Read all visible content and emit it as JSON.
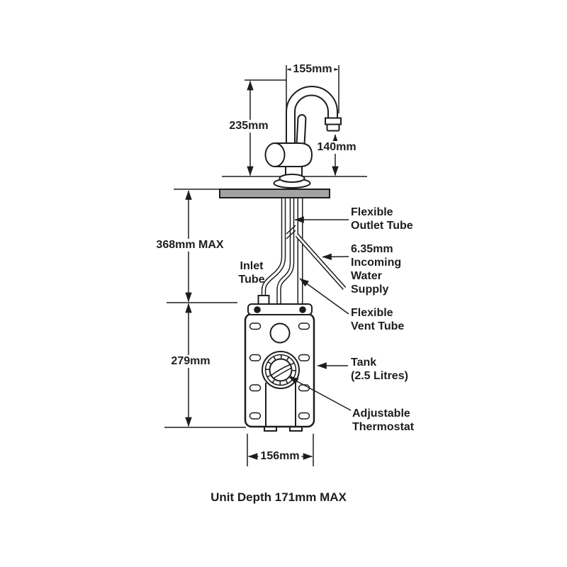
{
  "dimensions": {
    "spout_reach": "155mm",
    "tap_height": "235mm",
    "spout_clearance": "140mm",
    "under_counter_max": "368mm MAX",
    "tank_height": "279mm",
    "tank_width": "156mm"
  },
  "callouts": {
    "outlet_tube": "Flexible\nOutlet Tube",
    "water_supply": "6.35mm\nIncoming\nWater\nSupply",
    "inlet_tube": "Inlet\nTube",
    "vent_tube": "Flexible\nVent Tube",
    "tank": "Tank\n(2.5 Litres)",
    "thermostat": "Adjustable\nThermostat"
  },
  "footer": {
    "unit_depth_note": "Unit Depth 171mm MAX"
  },
  "colors": {
    "line": "#1d1d1d",
    "counter_fill": "#a3a3a3",
    "background": "#ffffff"
  }
}
